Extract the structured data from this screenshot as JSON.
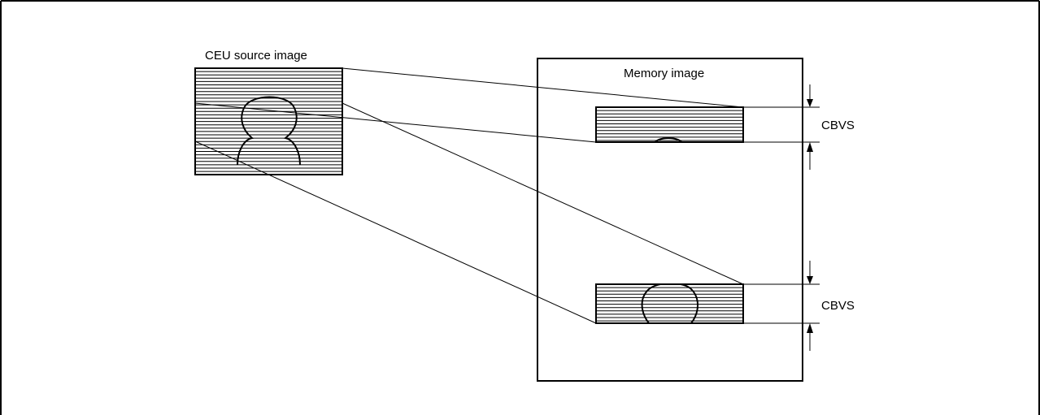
{
  "diagram": {
    "source_label": "CEU source image",
    "memory_label": "Memory image",
    "dimension_labels": [
      "CBVS",
      "CBVS"
    ]
  }
}
